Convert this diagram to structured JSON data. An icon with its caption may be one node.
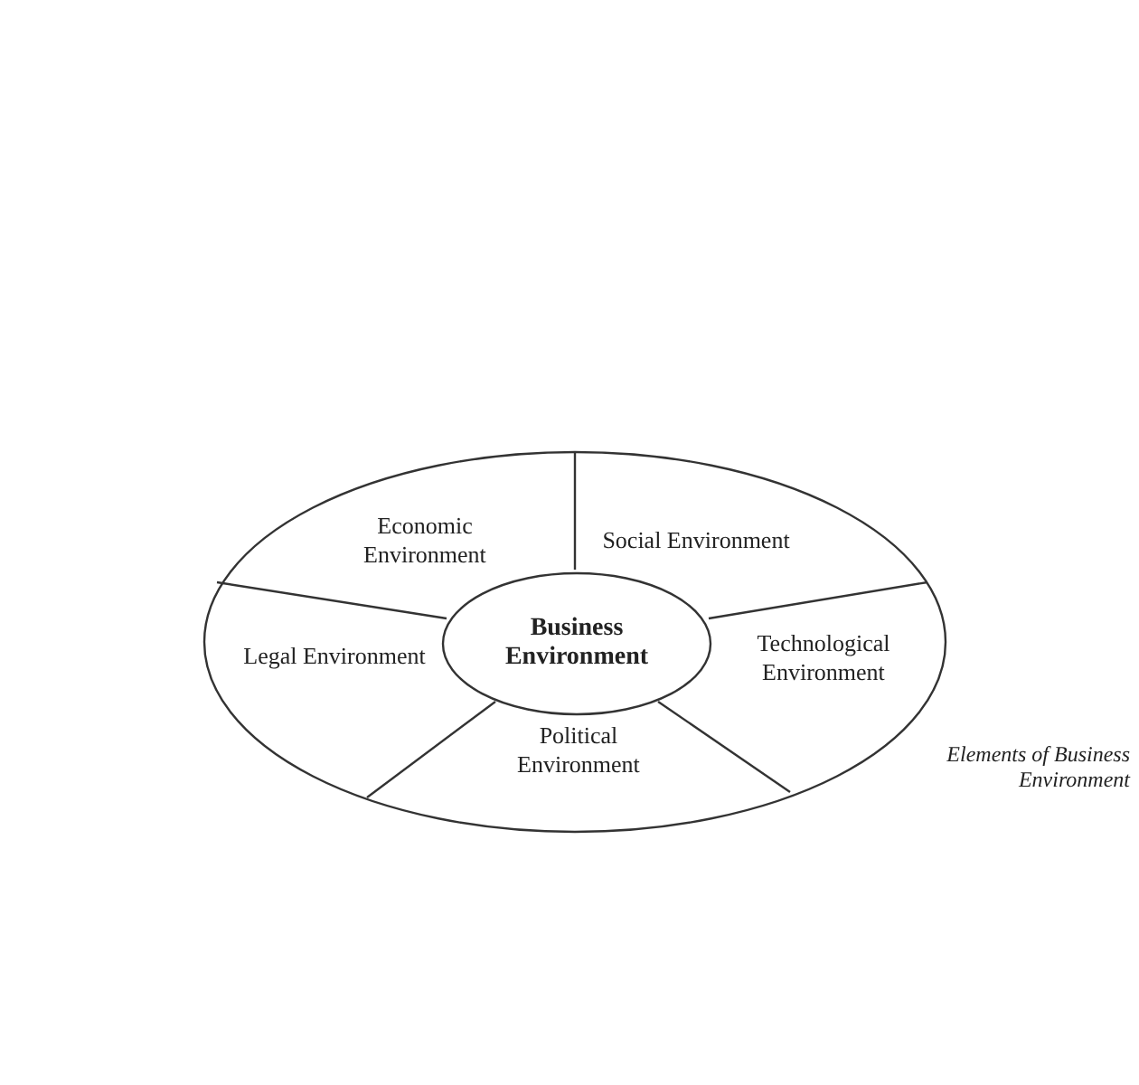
{
  "diagram": {
    "caption": "Elements of Business Environment",
    "nodes": [
      {
        "text": [
          "Economic Environment"
        ]
      },
      {
        "text": [
          "Social Environment"
        ]
      },
      {
        "text": [
          "Legal Environment"
        ]
      },
      {
        "text": [
          "Business Environment"
        ]
      },
      {
        "text": [
          "Technological Environment"
        ]
      },
      {
        "text": [
          "Political Environment"
        ]
      }
    ],
    "edges": []
  }
}
